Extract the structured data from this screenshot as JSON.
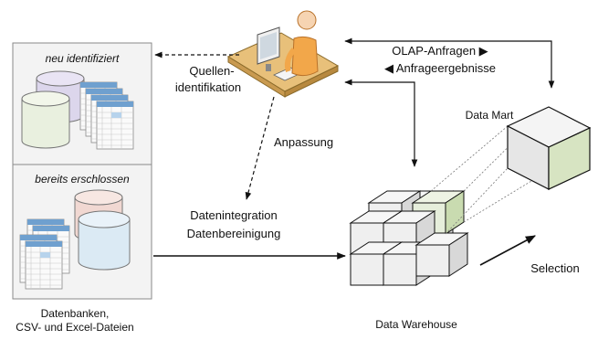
{
  "sources": {
    "new_heading": "neu identifiziert",
    "known_heading": "bereits erschlossen",
    "caption_line1": "Datenbanken,",
    "caption_line2": "CSV- und Excel-Dateien"
  },
  "labels": {
    "source_id_line1": "Quellen-",
    "source_id_line2": "identifikation",
    "adjustment": "Anpassung",
    "integration_line1": "Datenintegration",
    "integration_line2": "Datenbereinigung",
    "olap_queries": "OLAP-Anfragen ▶",
    "query_results": "◀ Anfrageergebnisse",
    "data_mart": "Data Mart",
    "selection": "Selection",
    "data_warehouse": "Data Warehouse"
  },
  "colors": {
    "panel_fill": "#f3f3f3",
    "panel_border": "#8a8a8a",
    "cylinder_lavender": "#dcd6ec",
    "cylinder_pink": "#f1d8d2",
    "cylinder_green": "#e9f0df",
    "cylinder_blue": "#dbeaf4",
    "cube_face_top": "#f6f6f6",
    "cube_face_front": "#ededed",
    "cube_face_side": "#d9d9d9",
    "mart_green": "#d7e4c2",
    "desk": "#e8c07a",
    "shirt": "#f2a74a"
  },
  "icons": [
    "user-at-computer-icon",
    "cylinder-icon",
    "spreadsheet-icon",
    "cube-icon"
  ]
}
